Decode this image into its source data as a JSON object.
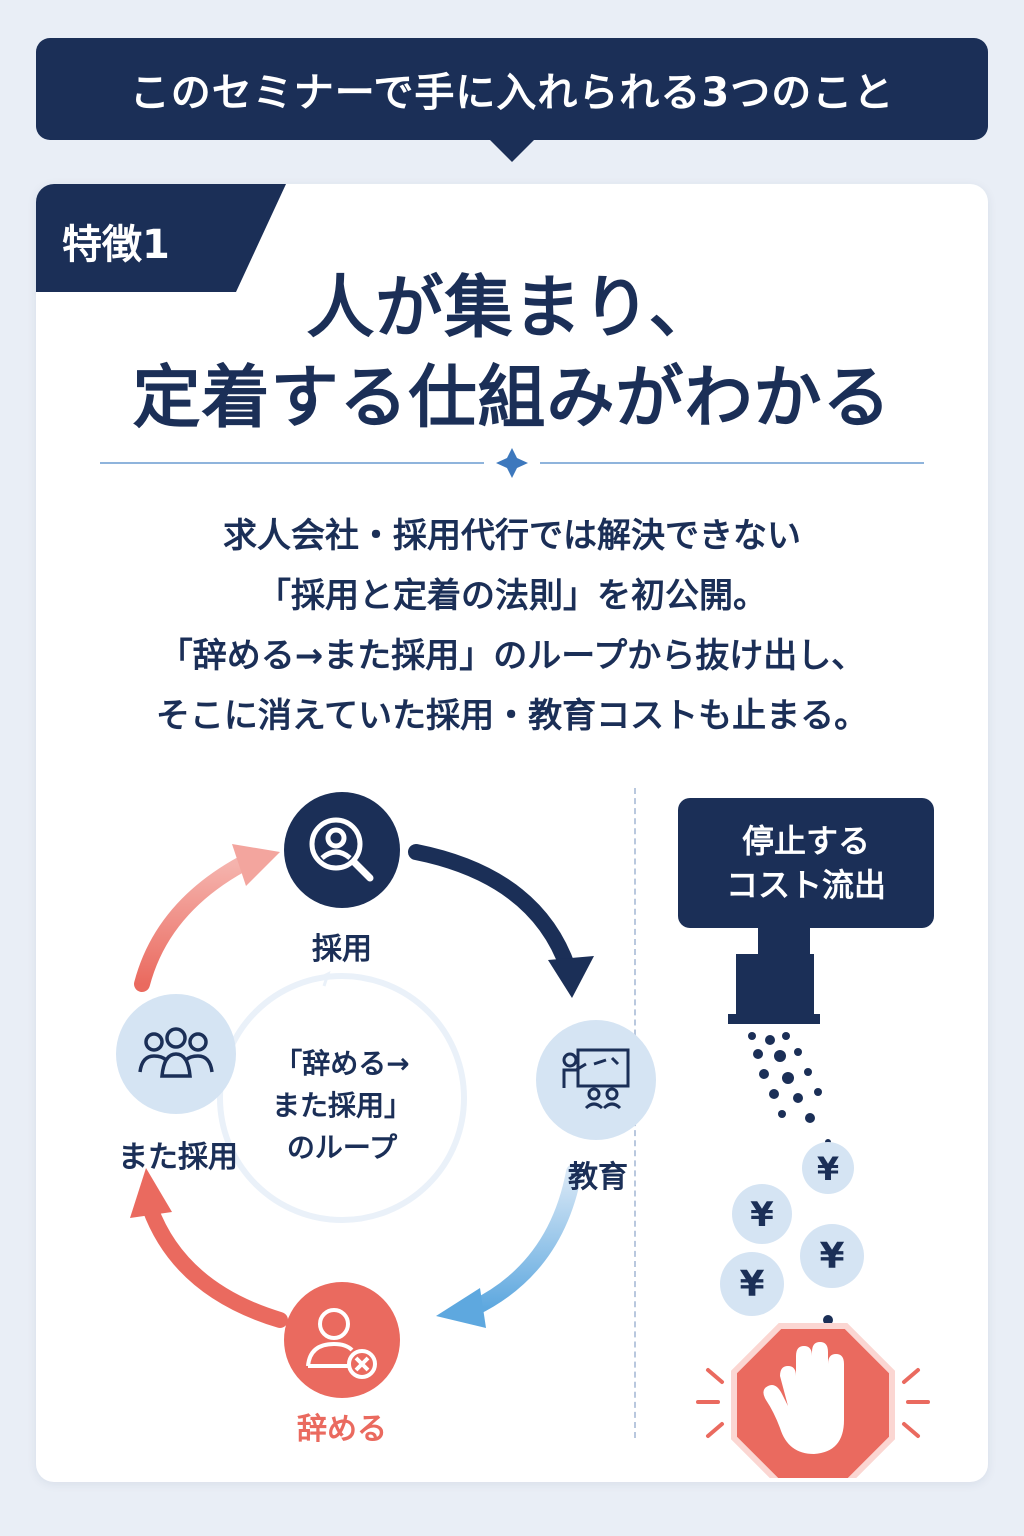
{
  "header": {
    "title": "このセミナーで手に入れられる3つのこと"
  },
  "feature": {
    "badge": "特徴1",
    "headline_line1": "人が集まり、",
    "headline_line2": "定着する仕組みがわかる",
    "body_lines": [
      "求人会社・採用代行では解決できない",
      "「採用と定着の法則」を初公開。",
      "「辞める→また採用」のループから抜け出し、",
      "そこに消えていた採用・教育コストも止まる。"
    ]
  },
  "cycle": {
    "nodes": {
      "hire": "採用",
      "educate": "教育",
      "quit": "辞める",
      "rehire": "また採用"
    },
    "center_lines": [
      "「辞める→",
      "また採用」",
      "のループ"
    ]
  },
  "cost_panel": {
    "title_line1": "停止する",
    "title_line2": "コスト流出",
    "coin_symbol": "¥"
  },
  "colors": {
    "navy": "#1b2f57",
    "coral": "#ea6a5f",
    "light_blue": "#d5e4f3",
    "sky": "#5ea8df",
    "background": "#e9eef6"
  },
  "icons": {
    "hire": "search-person-icon",
    "educate": "teacher-class-icon",
    "quit": "person-remove-icon",
    "rehire": "group-icon",
    "stop": "stop-hand-icon"
  }
}
